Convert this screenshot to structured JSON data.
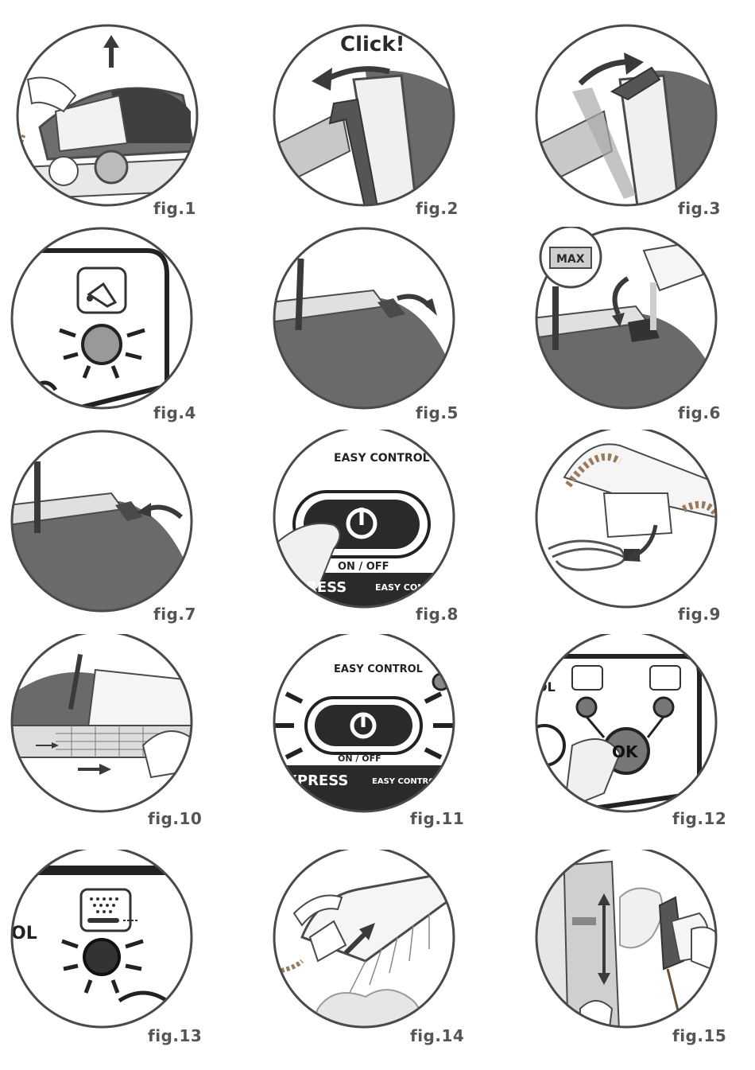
{
  "figures": [
    {
      "id": 1,
      "caption": "fig.1"
    },
    {
      "id": 2,
      "caption": "fig.2",
      "label": "Click!"
    },
    {
      "id": 3,
      "caption": "fig.3"
    },
    {
      "id": 4,
      "caption": "fig.4"
    },
    {
      "id": 5,
      "caption": "fig.5"
    },
    {
      "id": 6,
      "caption": "fig.6",
      "label": "MAX"
    },
    {
      "id": 7,
      "caption": "fig.7"
    },
    {
      "id": 8,
      "caption": "fig.8",
      "panel_title": "EASY CONTROL",
      "button_label": "ON / OFF",
      "footer_left": "RESS",
      "footer_right": "EASY CONT"
    },
    {
      "id": 9,
      "caption": "fig.9"
    },
    {
      "id": 10,
      "caption": "fig.10"
    },
    {
      "id": 11,
      "caption": "fig.11",
      "panel_title": "EASY CONTROL",
      "button_label": "ON / OFF",
      "footer_left": "XPRESS",
      "footer_right": "EASY CONTRO"
    },
    {
      "id": 12,
      "caption": "fig.12",
      "edge_text": "OL",
      "button_label": "OK"
    },
    {
      "id": 13,
      "caption": "fig.13",
      "edge_text": "OL"
    },
    {
      "id": 14,
      "caption": "fig.14"
    },
    {
      "id": 15,
      "caption": "fig.15"
    }
  ],
  "colors": {
    "outline": "#4a4a4a",
    "dark": "#3a3a3a",
    "mid": "#8a8a8a",
    "light": "#d4d4d4",
    "caption": "#555555"
  }
}
